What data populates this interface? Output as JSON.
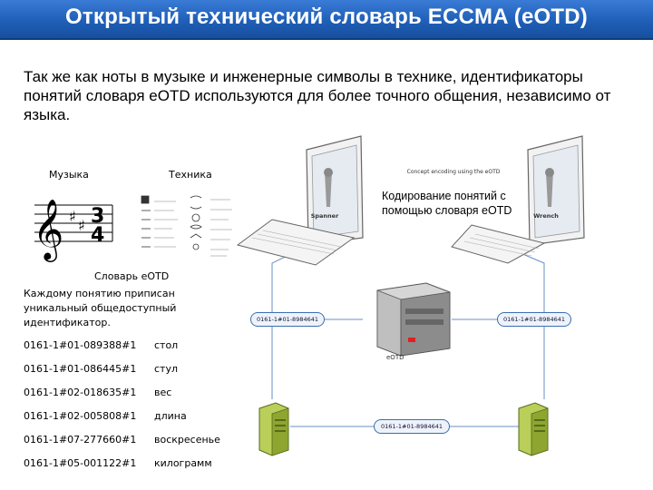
{
  "header": {
    "title": "Открытый технический словарь ECCMA (eOTD)"
  },
  "intro": {
    "text": "Так же как ноты в музыке и инженерные символы в технике, идентификаторы понятий словаря eOTD используются для более точного общения, независимо от языка."
  },
  "illustrations": {
    "music_label": "Музыка",
    "tech_label": "Техника"
  },
  "dictionary": {
    "title": "Словарь eOTD",
    "description": "Каждому понятию приписан уникальный общедоступный идентификатор.",
    "entries": [
      {
        "id": "0161-1#01-089388#1",
        "word": "стол"
      },
      {
        "id": "0161-1#01-086445#1",
        "word": "стул"
      },
      {
        "id": "0161-1#02-018635#1",
        "word": "вес"
      },
      {
        "id": "0161-1#02-005808#1",
        "word": "длина"
      },
      {
        "id": "0161-1#07-277660#1",
        "word": "воскресенье"
      },
      {
        "id": "0161-1#05-001122#1",
        "word": "килограмм"
      }
    ]
  },
  "diagram": {
    "coding_label": "Кодирование понятий с помощью словаря eOTD",
    "concept_caption": "Concept encoding using the eOTD",
    "left_monitor_word": "Spanner",
    "right_monitor_word": "Wrench",
    "left_id": "0161-1#01-8984641",
    "right_id": "0161-1#01-8984641",
    "bottom_id": "0161-1#01-8984641",
    "server_label": "eOTD",
    "colors": {
      "title_bar": "#1f5fb8",
      "server_light": "#e02020",
      "computer": "#9ab833"
    }
  }
}
